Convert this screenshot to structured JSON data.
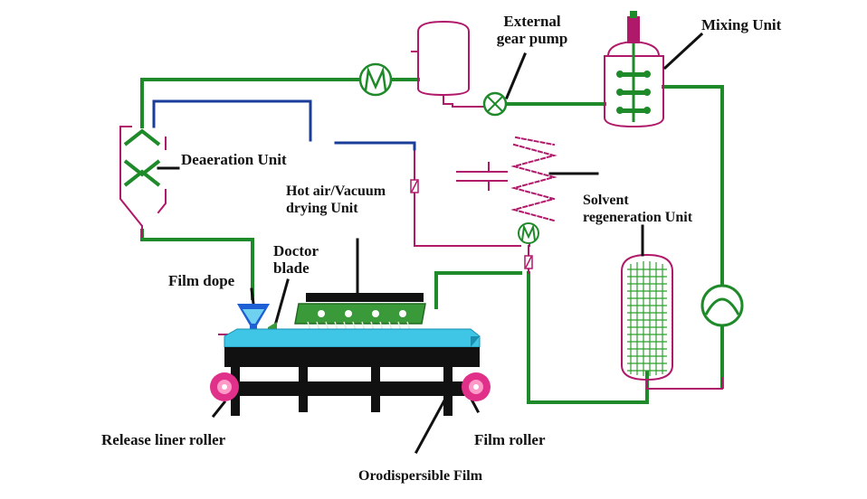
{
  "labels": {
    "external_gear_pump": [
      "External",
      "gear pump"
    ],
    "mixing_unit": "Mixing Unit",
    "deaeration_unit": "Deaeration Unit",
    "hot_air_vacuum": [
      "Hot air/Vacuum",
      "drying Unit"
    ],
    "solvent_regeneration": [
      "Solvent",
      "regeneration Unit"
    ],
    "doctor_blade": [
      "Doctor",
      "blade"
    ],
    "film_dope": "Film dope",
    "release_liner_roller": "Release liner roller",
    "film_roller": "Film roller",
    "orodispersible_film": "Orodispersible Film"
  },
  "colors": {
    "green_pipe": "#1f8a2a",
    "magenta_pipe": "#b0186a",
    "blue_pipe": "#1a3d9a",
    "cyan_film": "#3fc6e6",
    "belt_black": "#111111",
    "roller_pink": "#e0308a",
    "mesh_green": "#2aa02a",
    "dope_blue": "#1e5fd6"
  },
  "icons": {
    "pump": "pump-icon",
    "gear_pump": "gear-pump-icon",
    "valve": "valve-icon",
    "compressor": "circle-pump-icon"
  }
}
